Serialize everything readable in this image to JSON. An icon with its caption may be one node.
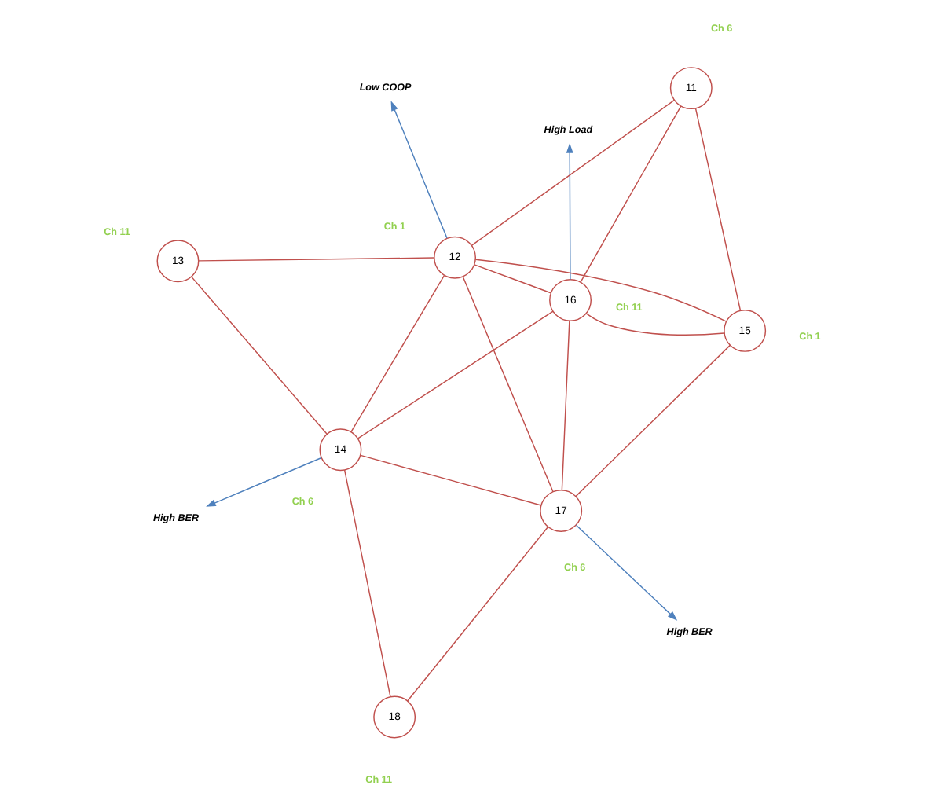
{
  "diagram": {
    "nodes": [
      {
        "text": [
          "High BER"
        ]
      },
      {
        "text": [
          "High Load"
        ]
      },
      {
        "text": [
          "17"
        ],
        "beside": [
          "Ch 6"
        ]
      },
      {
        "text": [
          "18"
        ],
        "beside": [
          "Ch 11"
        ]
      },
      {
        "text": [
          "16"
        ],
        "beside": [
          "Ch 11"
        ]
      },
      {
        "text": [
          "High BER"
        ]
      },
      {
        "text": [
          "15"
        ],
        "beside": [
          "Ch 1"
        ]
      },
      {
        "text": [
          "14"
        ],
        "beside": [
          "Ch 6"
        ]
      },
      {
        "text": [
          "12"
        ],
        "beside": [
          "Ch 1"
        ]
      },
      {
        "text": [
          "11"
        ],
        "beside": [
          "Ch 6"
        ]
      },
      {
        "text": [
          "13"
        ],
        "beside": [
          "Ch 11"
        ]
      },
      {
        "text": [
          "Low COOP"
        ]
      }
    ],
    "edges": [
      {
        "from": 2,
        "to": 3,
        "arrow": "none"
      },
      {
        "from": 2,
        "to": 6,
        "arrow": "none"
      },
      {
        "from": 2,
        "to": 4,
        "arrow": "none"
      },
      {
        "from": 2,
        "to": 8,
        "arrow": "none"
      },
      {
        "from": 2,
        "to": 7,
        "arrow": "none"
      },
      {
        "from": 3,
        "to": 7,
        "arrow": "none"
      },
      {
        "from": 4,
        "to": 6,
        "arrow": "none"
      },
      {
        "from": 4,
        "to": 7,
        "arrow": "none"
      },
      {
        "from": 4,
        "to": 8,
        "arrow": "none"
      },
      {
        "from": 4,
        "to": 9,
        "arrow": "none"
      },
      {
        "from": 6,
        "to": 8,
        "arrow": "none"
      },
      {
        "from": 6,
        "to": 9,
        "arrow": "none"
      },
      {
        "from": 7,
        "to": 8,
        "arrow": "none"
      },
      {
        "from": 7,
        "to": 10,
        "arrow": "none"
      },
      {
        "from": 8,
        "to": 9,
        "arrow": "none"
      },
      {
        "from": 8,
        "to": 10,
        "arrow": "none"
      },
      {
        "from": 4,
        "to": 1,
        "arrow": "to",
        "color": "#4f81bd"
      },
      {
        "from": 2,
        "to": 0,
        "arrow": "to",
        "color": "#4f81bd"
      },
      {
        "from": 7,
        "to": 5,
        "arrow": "to",
        "color": "#4f81bd"
      },
      {
        "from": 8,
        "to": 11,
        "arrow": "to",
        "color": "#4f81bd"
      }
    ]
  }
}
